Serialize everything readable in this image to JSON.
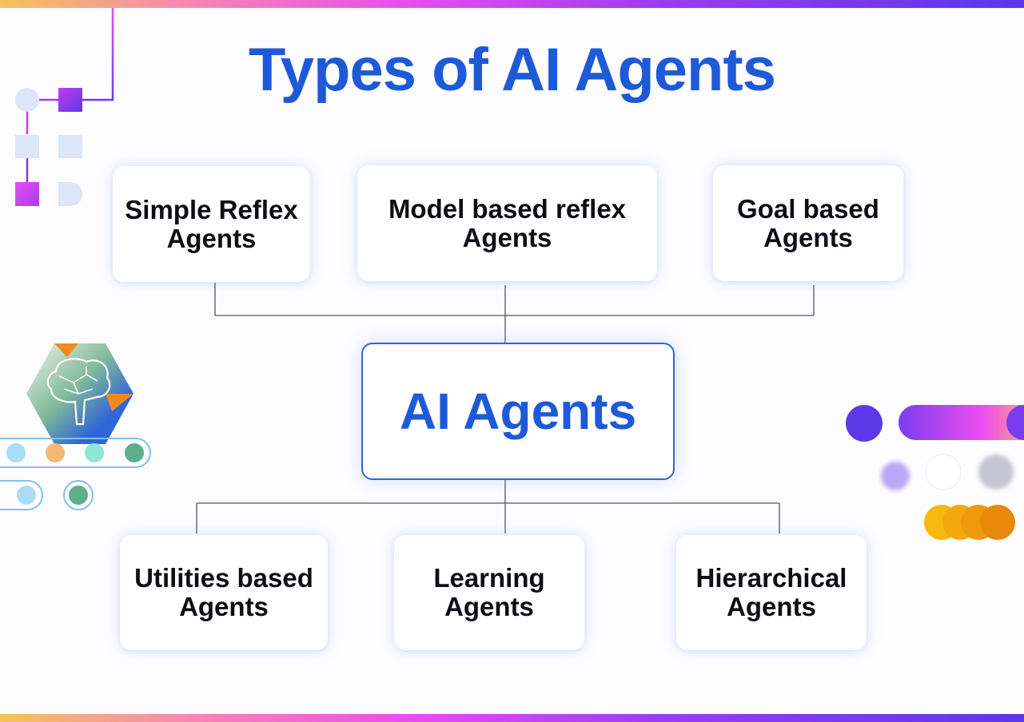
{
  "title": "Types of AI Agents",
  "center": "AI Agents",
  "top_row": [
    {
      "label": "Simple Reflex\nAgents"
    },
    {
      "label": "Model based reflex\nAgents"
    },
    {
      "label": "Goal based\nAgents"
    }
  ],
  "bottom_row": [
    {
      "label": "Utilities based\nAgents"
    },
    {
      "label": "Learning\nAgents"
    },
    {
      "label": "Hierarchical\nAgents"
    }
  ],
  "colors": {
    "title": "#1d5ad8",
    "card_text": "#0d0d14",
    "connector": "#555555",
    "stripe_start": "#f6c25a",
    "stripe_mid": "#e84ef0",
    "stripe_end": "#5b38e8"
  },
  "decorations": {
    "left_top": "circuit-nodes-icon",
    "left_mid": "brain-hexagon-icon",
    "right_mid": "colored-dots-icon"
  }
}
